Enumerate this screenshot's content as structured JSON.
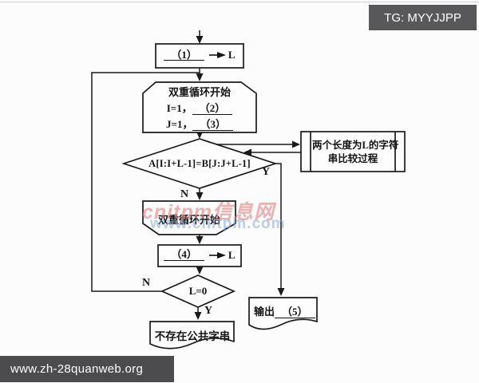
{
  "overlays": {
    "tag_label": "TG: MYYJJPP",
    "footer_url": "www.zh-28quanweb.org",
    "watermark": {
      "title": "cnitpm信息网",
      "url": "www.cnitpm.com"
    }
  },
  "flowchart": {
    "start_assign": {
      "blank": "（1）",
      "target": "L"
    },
    "outer_loop": {
      "title": "双重循环开始",
      "i_prefix": "I=1，",
      "i_blank": "（2）",
      "j_prefix": "J=1，",
      "j_blank": "（3）"
    },
    "compare": {
      "condition": "A[I:I+L-1]=B[J:J+L-1]",
      "no": "N",
      "yes": "Y"
    },
    "subprocess": {
      "line1": "两个长度为L的字符",
      "line2": "串比较过程"
    },
    "loop_end": {
      "title": "双重循环开始"
    },
    "decrement": {
      "blank": "（4）",
      "target": "L"
    },
    "check_zero": {
      "condition": "L=0",
      "no": "N",
      "yes": "Y"
    },
    "not_found": {
      "label": "不存在公共字串"
    },
    "output": {
      "prefix": "输出",
      "blank": "（5）"
    }
  },
  "colors": {
    "line": "#1a1a1a",
    "tag_bg": "#58585a",
    "footer_bg": "#4c4c4e",
    "watermark_red": "#df7d7d",
    "watermark_blue": "#82a5d7"
  }
}
